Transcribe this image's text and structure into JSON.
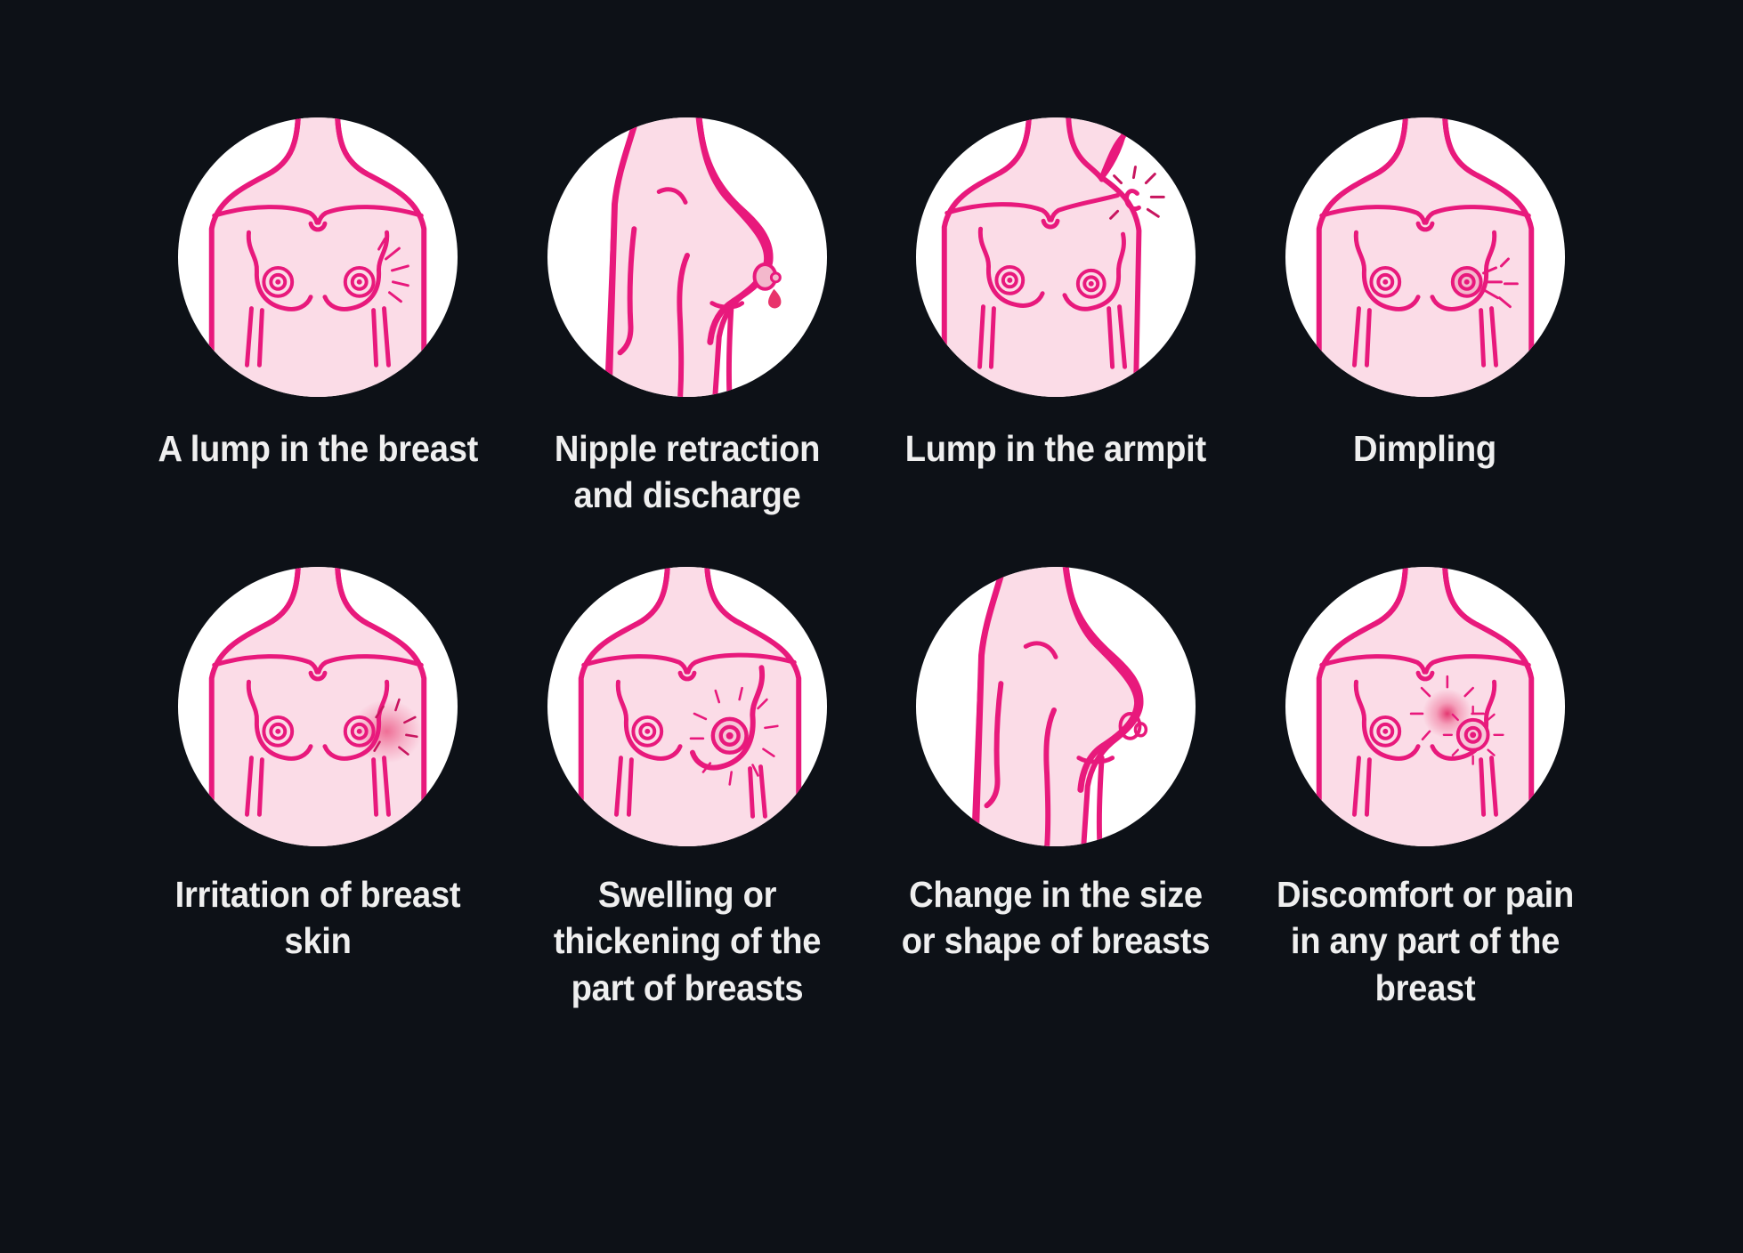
{
  "page": {
    "background_color": "#0D1117",
    "title_text_color": "#EFEFEF",
    "illustration_circle_color": "#FFFFFF",
    "body_fill_color": "#FBDCE7",
    "outline_color": "#E8197C",
    "accent_glow_color": "#E8346B",
    "columns": 4,
    "rows": 2
  },
  "symptoms": [
    {
      "id": "lump-in-breast",
      "label": "A lump in the breast",
      "icon": "front-torso-lump-icon",
      "view": "front",
      "marker": "starburst-lines"
    },
    {
      "id": "nipple-retraction-discharge",
      "label": "Nipple retraction and discharge",
      "icon": "side-profile-discharge-icon",
      "view": "side",
      "marker": "droplet"
    },
    {
      "id": "lump-in-armpit",
      "label": "Lump in the armpit",
      "icon": "front-torso-armpit-lump-icon",
      "view": "front-arm-raised",
      "marker": "starburst-armpit"
    },
    {
      "id": "dimpling",
      "label": "Dimpling",
      "icon": "front-torso-dimpling-icon",
      "view": "front",
      "marker": "starburst-lines"
    },
    {
      "id": "irritation-of-breast-skin",
      "label": "Irritation of breast skin",
      "icon": "front-torso-irritation-icon",
      "view": "front",
      "marker": "glow-patch"
    },
    {
      "id": "swelling-thickening",
      "label": "Swelling or thickening of the part of breasts",
      "icon": "front-torso-swelling-icon",
      "view": "front",
      "marker": "radiating-lines"
    },
    {
      "id": "change-in-size-shape",
      "label": "Change in the size or shape of breasts",
      "icon": "side-profile-shape-icon",
      "view": "side",
      "marker": "none"
    },
    {
      "id": "discomfort-or-pain",
      "label": "Discomfort or pain in any part of the breast",
      "icon": "front-torso-pain-icon",
      "view": "front",
      "marker": "glow-and-starburst"
    }
  ]
}
